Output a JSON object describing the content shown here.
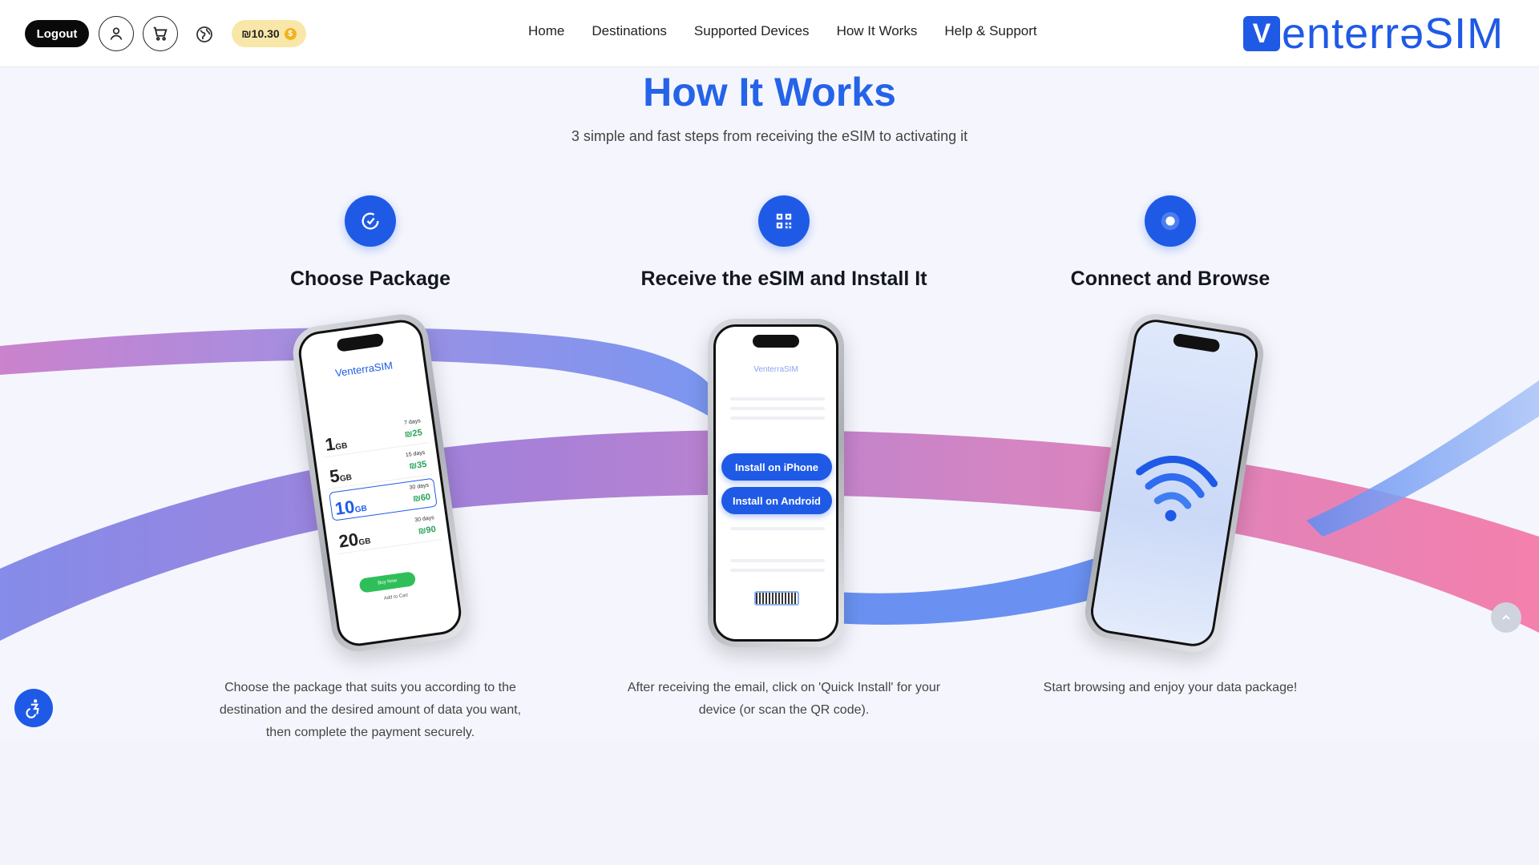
{
  "header": {
    "logout_label": "Logout",
    "balance": "₪10.30",
    "nav": [
      "Home",
      "Destinations",
      "Supported Devices",
      "How It Works",
      "Help & Support"
    ],
    "logo_mark": "V",
    "logo_text": "enterrəSIM"
  },
  "section": {
    "title": "How It Works",
    "subtitle": "3 simple and fast steps from receiving the eSIM to activating it"
  },
  "steps": [
    {
      "icon": "check-circle-icon",
      "title": "Choose Package",
      "description": "Choose the package that suits you according to the destination and the desired amount of data you want, then complete the payment securely."
    },
    {
      "icon": "qr-code-icon",
      "title": "Receive the eSIM and Install It",
      "description": "After receiving the email, click on 'Quick Install' for your device (or scan the QR code)."
    },
    {
      "icon": "signal-dot-icon",
      "title": "Connect and Browse",
      "description": "Start browsing and enjoy your data package!"
    }
  ],
  "phone1": {
    "logo": "VenterraSIM",
    "packages": [
      {
        "gb": "1",
        "unit": "GB",
        "days": "7 days",
        "price": "₪25"
      },
      {
        "gb": "5",
        "unit": "GB",
        "days": "15 days",
        "price": "₪35"
      },
      {
        "gb": "10",
        "unit": "GB",
        "days": "30 days",
        "price": "₪60"
      },
      {
        "gb": "20",
        "unit": "GB",
        "days": "30 days",
        "price": "₪90"
      }
    ],
    "buy_label": "Buy Now",
    "cart_label": "Add to Cart"
  },
  "phone2": {
    "logo": "VenterraSIM",
    "install_iphone": "Install on iPhone",
    "install_android": "Install on Android"
  },
  "colors": {
    "accent": "#1f5ae6",
    "title": "#2563e8",
    "balance_bg": "#f8e7a8",
    "price_green": "#23a455"
  }
}
